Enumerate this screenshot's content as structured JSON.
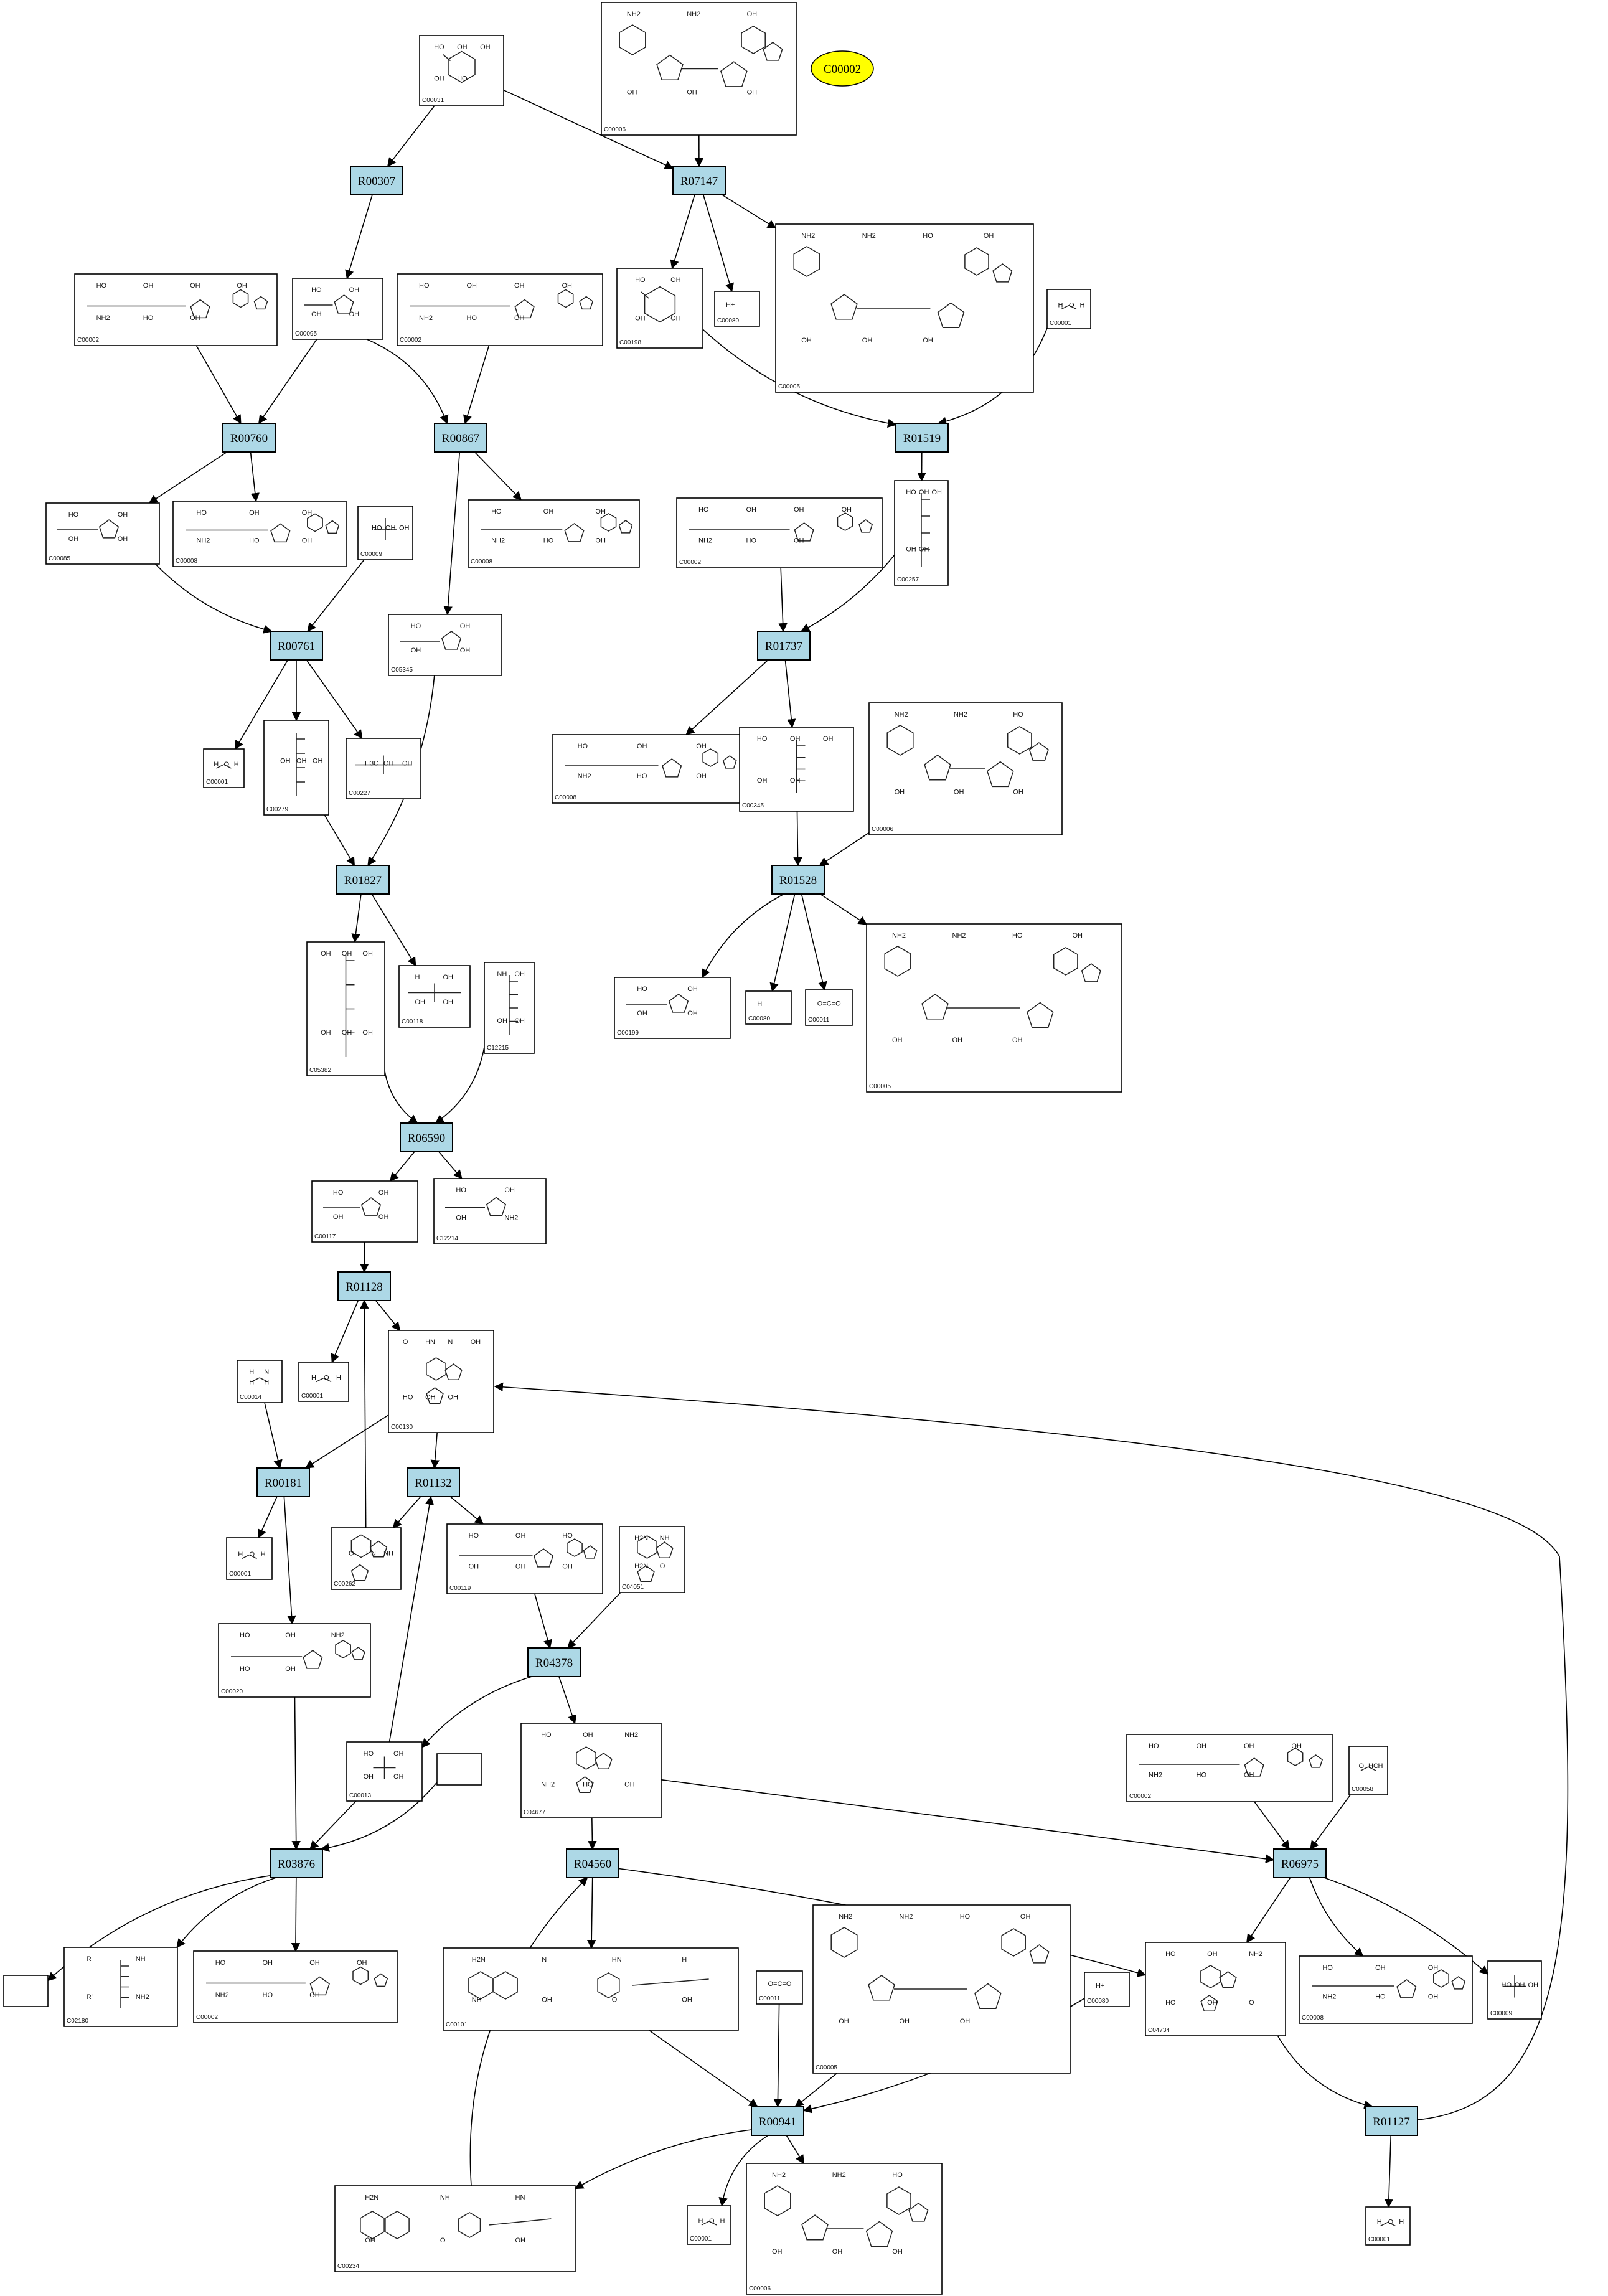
{
  "highlight_node": {
    "label": "C00002"
  },
  "reactions": [
    {
      "id": "R00307"
    },
    {
      "id": "R07147"
    },
    {
      "id": "R00760"
    },
    {
      "id": "R00867"
    },
    {
      "id": "R01519"
    },
    {
      "id": "R00761"
    },
    {
      "id": "R01737"
    },
    {
      "id": "R01827"
    },
    {
      "id": "R01528"
    },
    {
      "id": "R06590"
    },
    {
      "id": "R01128"
    },
    {
      "id": "R00181"
    },
    {
      "id": "R01132"
    },
    {
      "id": "R04378"
    },
    {
      "id": "R03876"
    },
    {
      "id": "R04560"
    },
    {
      "id": "R06975"
    },
    {
      "id": "R00941"
    },
    {
      "id": "R01127"
    }
  ],
  "compounds": [
    {
      "label": "C00031",
      "atoms": [
        "HO",
        "OH",
        "OH",
        "OH",
        "HO"
      ]
    },
    {
      "label": "C00006",
      "atoms": [
        "NH2",
        "NH2",
        "OH",
        "OH",
        "OH",
        "OH"
      ]
    },
    {
      "label": "C00002",
      "atoms": [
        "HO",
        "OH",
        "OH",
        "OH",
        "NH2",
        "HO",
        "OH"
      ]
    },
    {
      "label": "C00095",
      "atoms": [
        "HO",
        "OH",
        "OH",
        "OH"
      ]
    },
    {
      "label": "C00002",
      "atoms": [
        "HO",
        "OH",
        "OH",
        "OH",
        "NH2",
        "HO",
        "OH"
      ]
    },
    {
      "label": "C00198",
      "atoms": [
        "HO",
        "OH",
        "OH",
        "OH"
      ]
    },
    {
      "label": "C00080",
      "atoms": [
        "H+"
      ]
    },
    {
      "label": "C00005",
      "atoms": [
        "NH2",
        "NH2",
        "HO",
        "OH",
        "OH",
        "OH",
        "OH"
      ]
    },
    {
      "label": "C00001",
      "atoms": [
        "H",
        "O",
        "H"
      ]
    },
    {
      "label": "C00085",
      "atoms": [
        "HO",
        "OH",
        "OH",
        "OH"
      ]
    },
    {
      "label": "C00008",
      "atoms": [
        "HO",
        "OH",
        "OH",
        "NH2",
        "HO",
        "OH"
      ]
    },
    {
      "label": "C00009",
      "atoms": [
        "HO",
        "OH",
        "OH"
      ]
    },
    {
      "label": "C00008",
      "atoms": [
        "HO",
        "OH",
        "OH",
        "NH2",
        "HO",
        "OH"
      ]
    },
    {
      "label": "C00257",
      "atoms": [
        "HO",
        "OH",
        "OH",
        "OH",
        "OH"
      ]
    },
    {
      "label": "C00002",
      "atoms": [
        "HO",
        "OH",
        "OH",
        "OH",
        "NH2",
        "HO",
        "OH"
      ]
    },
    {
      "label": "C05345",
      "atoms": [
        "HO",
        "OH",
        "OH",
        "OH"
      ]
    },
    {
      "label": "C00001",
      "atoms": [
        "H",
        "O",
        "H"
      ]
    },
    {
      "label": "C00279",
      "atoms": [
        "OH",
        "OH",
        "OH"
      ]
    },
    {
      "label": "C00227",
      "atoms": [
        "H3C",
        "OH",
        "OH"
      ]
    },
    {
      "label": "C00008",
      "atoms": [
        "HO",
        "OH",
        "OH",
        "NH2",
        "HO",
        "OH"
      ]
    },
    {
      "label": "C00345",
      "atoms": [
        "HO",
        "OH",
        "OH",
        "OH",
        "OH"
      ]
    },
    {
      "label": "C00006",
      "atoms": [
        "NH2",
        "NH2",
        "HO",
        "OH",
        "OH",
        "OH"
      ]
    },
    {
      "label": "C05382",
      "atoms": [
        "OH",
        "OH",
        "OH",
        "OH",
        "OH",
        "OH"
      ]
    },
    {
      "label": "C00118",
      "atoms": [
        "H",
        "OH",
        "OH",
        "OH"
      ]
    },
    {
      "label": "C12215",
      "atoms": [
        "NH",
        "OH",
        "OH",
        "OH"
      ]
    },
    {
      "label": "C00199",
      "atoms": [
        "HO",
        "OH",
        "OH",
        "OH"
      ]
    },
    {
      "label": "C00080",
      "atoms": [
        "H+"
      ]
    },
    {
      "label": "C00011",
      "atoms": [
        "O=C=O"
      ]
    },
    {
      "label": "C00005",
      "atoms": [
        "NH2",
        "NH2",
        "HO",
        "OH",
        "OH",
        "OH",
        "OH"
      ]
    },
    {
      "label": "C00117",
      "atoms": [
        "HO",
        "OH",
        "OH",
        "OH"
      ]
    },
    {
      "label": "C12214",
      "atoms": [
        "HO",
        "OH",
        "OH",
        "NH2"
      ]
    },
    {
      "label": "C00014",
      "atoms": [
        "H",
        "N",
        "H",
        "H"
      ]
    },
    {
      "label": "C00001",
      "atoms": [
        "H",
        "O",
        "H"
      ]
    },
    {
      "label": "C00130",
      "atoms": [
        "O",
        "HN",
        "N",
        "OH",
        "HO",
        "OH",
        "OH"
      ]
    },
    {
      "label": "C00001",
      "atoms": [
        "H",
        "O",
        "H"
      ]
    },
    {
      "label": "C00262",
      "atoms": [
        "O",
        "HN",
        "NH"
      ]
    },
    {
      "label": "C00119",
      "atoms": [
        "HO",
        "OH",
        "HO",
        "OH",
        "OH",
        "OH"
      ]
    },
    {
      "label": "C04051",
      "atoms": [
        "H2N",
        "NH",
        "H2N",
        "O"
      ]
    },
    {
      "label": "C00020",
      "atoms": [
        "HO",
        "OH",
        "NH2",
        "HO",
        "OH"
      ]
    },
    {
      "label": "C00013",
      "atoms": [
        "HO",
        "OH",
        "OH",
        "OH"
      ]
    },
    {
      "label": "",
      "atoms": []
    },
    {
      "label": "C04677",
      "atoms": [
        "HO",
        "OH",
        "NH2",
        "NH2",
        "HO",
        "OH"
      ]
    },
    {
      "label": "C00002",
      "atoms": [
        "HO",
        "OH",
        "OH",
        "OH",
        "NH2",
        "HO",
        "OH"
      ]
    },
    {
      "label": "C00058",
      "atoms": [
        "O",
        "HO",
        "H"
      ]
    },
    {
      "label": "",
      "atoms": []
    },
    {
      "label": "C02180",
      "atoms": [
        "R",
        "NH",
        "R'",
        "NH2"
      ]
    },
    {
      "label": "C00002",
      "atoms": [
        "HO",
        "OH",
        "OH",
        "OH",
        "NH2",
        "HO",
        "OH"
      ]
    },
    {
      "label": "C00101",
      "atoms": [
        "H2N",
        "N",
        "HN",
        "H",
        "NH",
        "OH",
        "O",
        "OH"
      ]
    },
    {
      "label": "C00011",
      "atoms": [
        "O=C=O"
      ]
    },
    {
      "label": "C00005",
      "atoms": [
        "NH2",
        "NH2",
        "HO",
        "OH",
        "OH",
        "OH",
        "OH"
      ]
    },
    {
      "label": "C00080",
      "atoms": [
        "H+"
      ]
    },
    {
      "label": "C04734",
      "atoms": [
        "HO",
        "OH",
        "NH2",
        "HO",
        "OH",
        "O"
      ]
    },
    {
      "label": "C00008",
      "atoms": [
        "HO",
        "OH",
        "OH",
        "NH2",
        "HO",
        "OH"
      ]
    },
    {
      "label": "C00009",
      "atoms": [
        "HO",
        "OH",
        "OH"
      ]
    },
    {
      "label": "C00234",
      "atoms": [
        "H2N",
        "NH",
        "HN",
        "OH",
        "O",
        "OH"
      ]
    },
    {
      "label": "C00001",
      "atoms": [
        "H",
        "O",
        "H"
      ]
    },
    {
      "label": "C00006",
      "atoms": [
        "NH2",
        "NH2",
        "HO",
        "OH",
        "OH",
        "OH"
      ]
    },
    {
      "label": "C00001",
      "atoms": [
        "H",
        "O",
        "H"
      ]
    }
  ]
}
